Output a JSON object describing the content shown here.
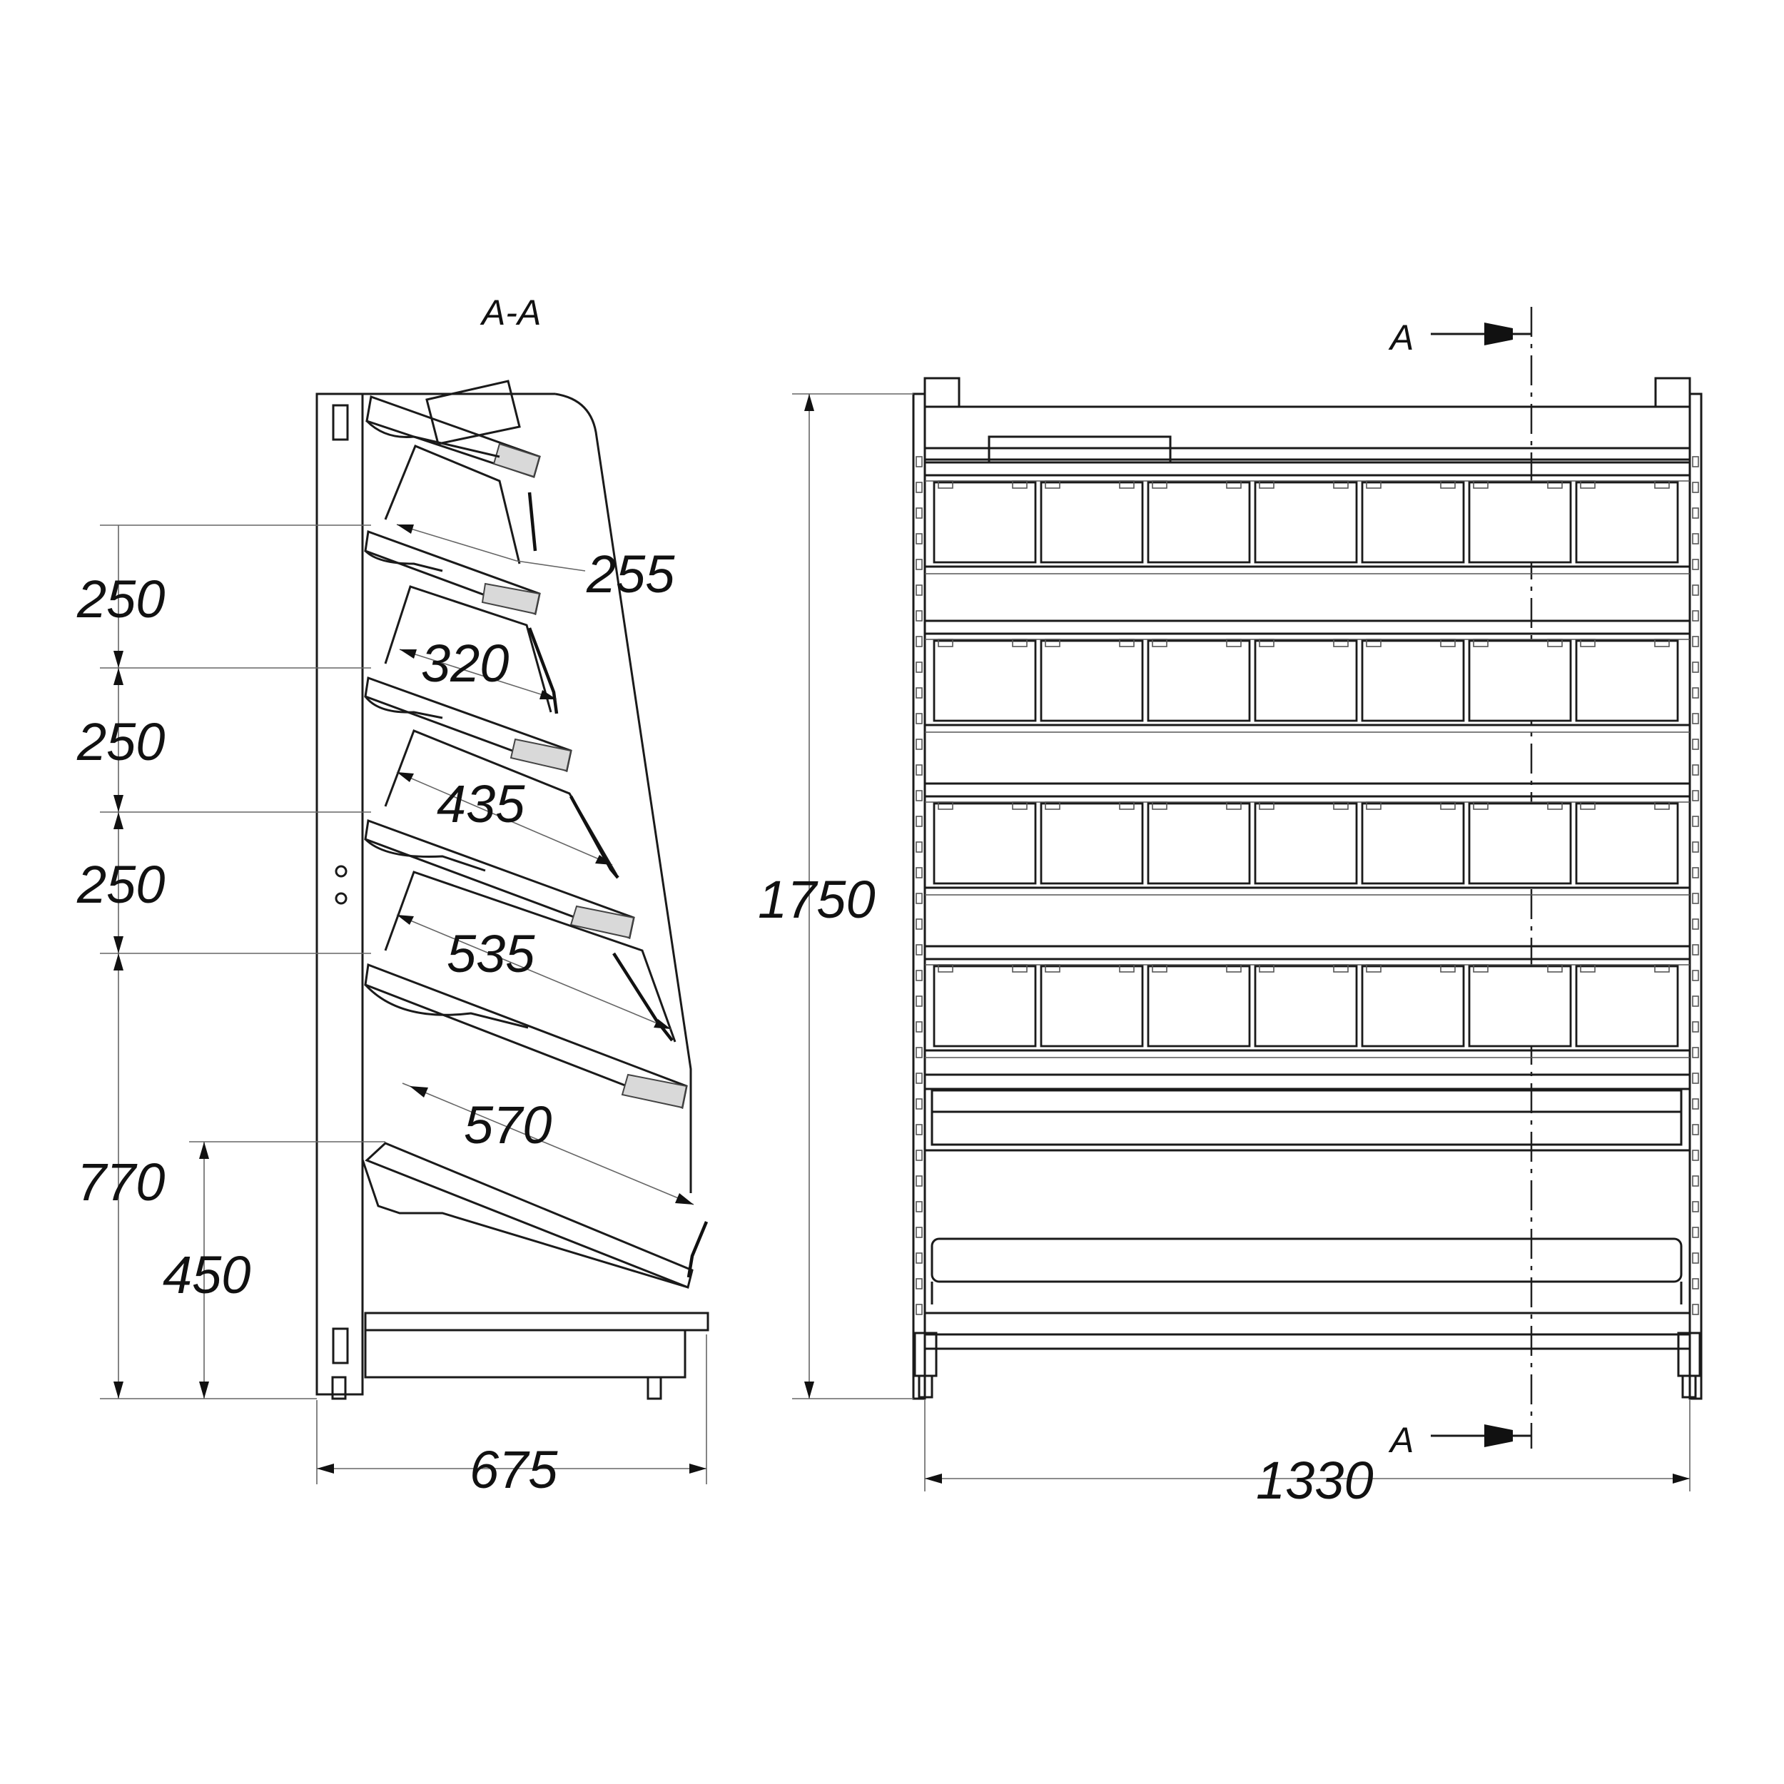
{
  "section_title": "A-A",
  "section_marker_top": "A",
  "section_marker_bottom": "A",
  "side_view": {
    "shelf_depths": [
      "255",
      "320",
      "435",
      "535",
      "570"
    ],
    "vertical_spacings": [
      "250",
      "250",
      "250",
      "770"
    ],
    "bottom_shelf_height": "450",
    "overall_depth": "675"
  },
  "front_view": {
    "overall_height": "1750",
    "overall_width": "1330",
    "bin_rows": 4,
    "bins_per_row": 7
  }
}
